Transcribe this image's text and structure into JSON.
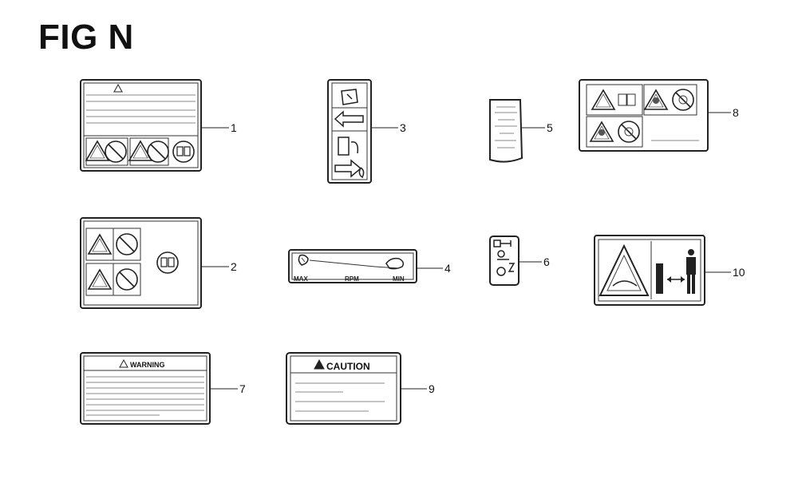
{
  "figure": {
    "title": "FIG N"
  },
  "callouts": [
    "1",
    "2",
    "3",
    "4",
    "5",
    "6",
    "7",
    "8",
    "9",
    "10"
  ],
  "labels": {
    "warning_heading": "WARNING",
    "caution_heading": "CAUTION",
    "throttle": {
      "max": "MAX",
      "rpm": "RPM",
      "min": "MIN"
    }
  },
  "colors": {
    "line": "#222222",
    "background": "#ffffff"
  }
}
